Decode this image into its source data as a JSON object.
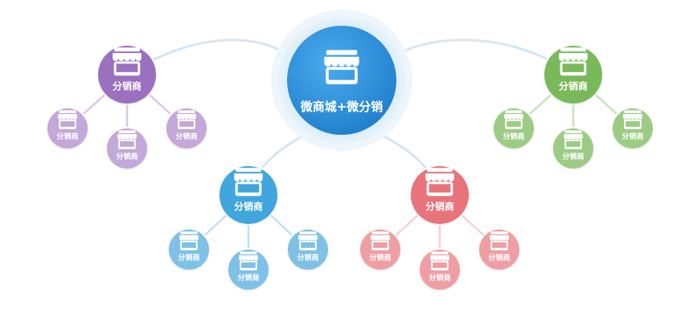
{
  "hub": {
    "label": "微商城+微分销",
    "color": "#2a8fd9",
    "icon": "storefront-icon"
  },
  "groups": [
    {
      "id": "purple",
      "color": "#9b6fbf",
      "sub_color": "#c3a8d9",
      "line_color": "#d9c7e8",
      "label": "分销商",
      "children": [
        "分销商",
        "分销商",
        "分销商"
      ]
    },
    {
      "id": "green",
      "color": "#79b95a",
      "sub_color": "#9ccc84",
      "line_color": "#c9e3bb",
      "label": "分销商",
      "children": [
        "分销商",
        "分销商",
        "分销商"
      ]
    },
    {
      "id": "blue",
      "color": "#3fa6dd",
      "sub_color": "#7fc1e6",
      "line_color": "#bfe0f2",
      "label": "分销商",
      "children": [
        "分销商",
        "分销商",
        "分销商"
      ]
    },
    {
      "id": "red",
      "color": "#e8737a",
      "sub_color": "#ef9fa3",
      "line_color": "#f5cfd1",
      "label": "分销商",
      "children": [
        "分销商",
        "分销商",
        "分销商"
      ]
    }
  ],
  "hub_link_color": "#d6e6f2"
}
